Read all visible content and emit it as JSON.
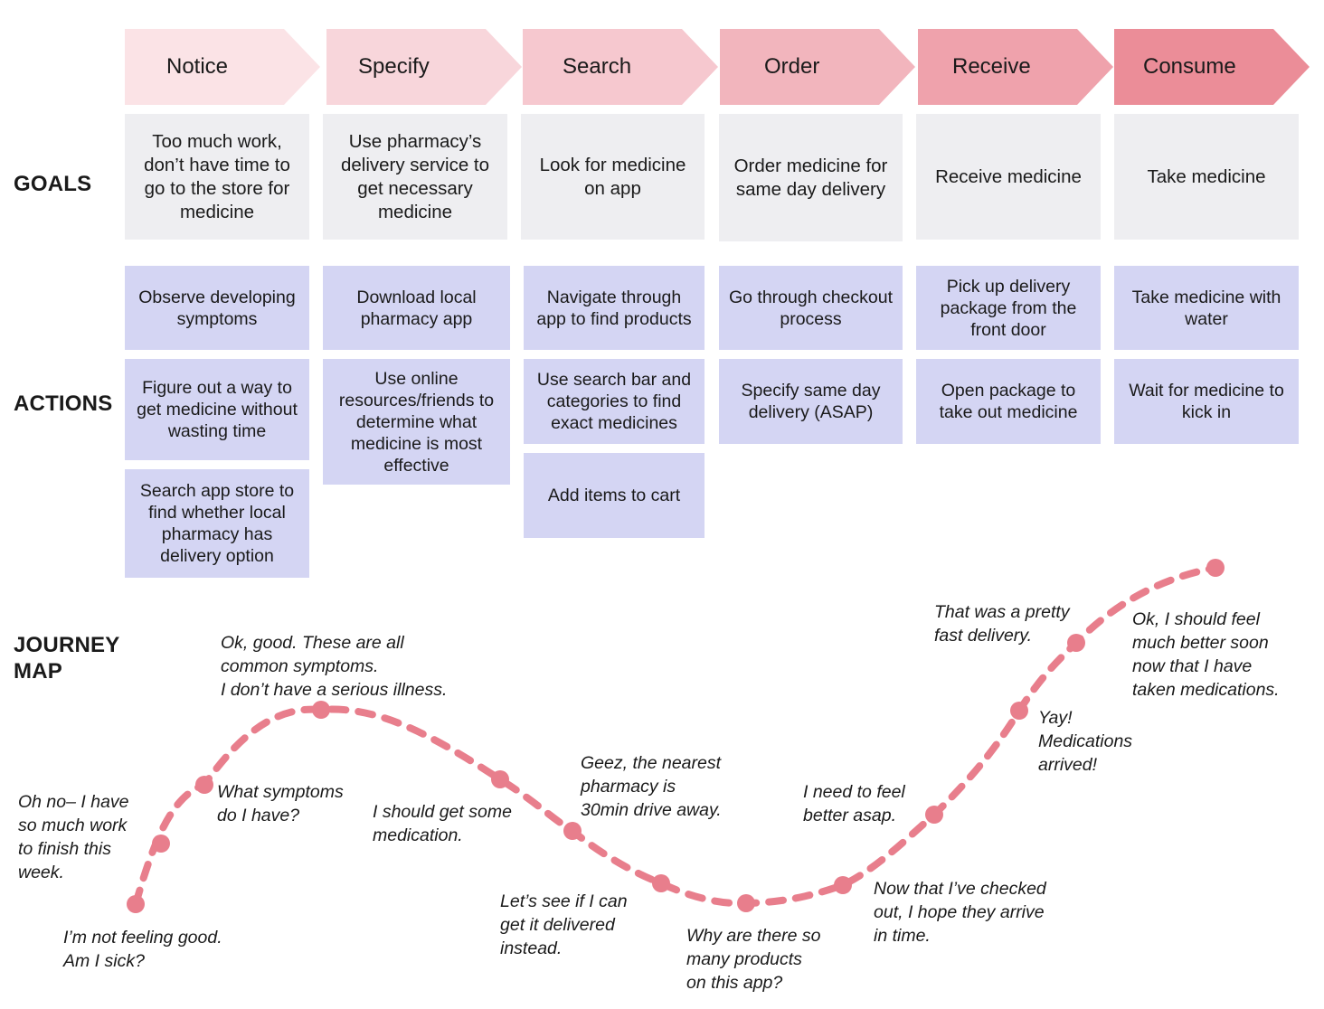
{
  "labels": {
    "goals": "GOALS",
    "actions": "ACTIONS",
    "journey_line1": "JOURNEY",
    "journey_line2": "MAP"
  },
  "stages": [
    {
      "name": "Notice",
      "color": "#fbe3e6"
    },
    {
      "name": "Specify",
      "color": "#f8d6db"
    },
    {
      "name": "Search",
      "color": "#f6c8cf"
    },
    {
      "name": "Order",
      "color": "#f2b5bd"
    },
    {
      "name": "Receive",
      "color": "#efa2ac"
    },
    {
      "name": "Consume",
      "color": "#eb8d98"
    }
  ],
  "goals": [
    "Too much work, don’t have time to go to the store for medicine",
    "Use pharmacy’s delivery service to get necessary medicine",
    "Look for medicine on app",
    "Order medicine for same day delivery",
    "Receive medicine",
    "Take medicine"
  ],
  "actions": {
    "notice": [
      "Observe developing symptoms",
      "Figure out a way to get medicine without wasting time",
      "Search app store to find whether local pharmacy has delivery option"
    ],
    "specify": [
      "Download local pharmacy app",
      "Use online resources/friends to determine what medicine is most effective"
    ],
    "search": [
      "Navigate through app to find products",
      "Use search bar and categories to find exact medicines",
      "Add items to cart"
    ],
    "order": [
      "Go through checkout process",
      "Specify same day delivery (ASAP)"
    ],
    "receive": [
      "Pick up delivery package from the front door",
      "Open package to take out medicine"
    ],
    "consume": [
      "Take medicine with water",
      "Wait for medicine to kick in"
    ]
  },
  "journey": {
    "line_color": "#e87e8c",
    "notes": [
      "I’m not feeling good.\nAm I sick?",
      "Oh no– I have\nso much work\nto finish this\nweek.",
      "What symptoms\ndo I have?",
      "Ok, good. These are all\ncommon symptoms.\n I don’t have a serious illness.",
      "I should get some\nmedication.",
      "Let’s see if I can\nget it delivered\ninstead.",
      "Geez, the nearest\npharmacy is\n30min drive away.",
      "Why are there so\nmany products\non this app?",
      "Now that I’ve checked\nout, I hope they arrive\nin time.",
      "I need to feel\nbetter asap.",
      "Yay!\nMedications\narrived!",
      "That was a pretty\nfast delivery.",
      "Ok, I should feel\nmuch better soon\nnow that I have\ntaken medications."
    ]
  }
}
